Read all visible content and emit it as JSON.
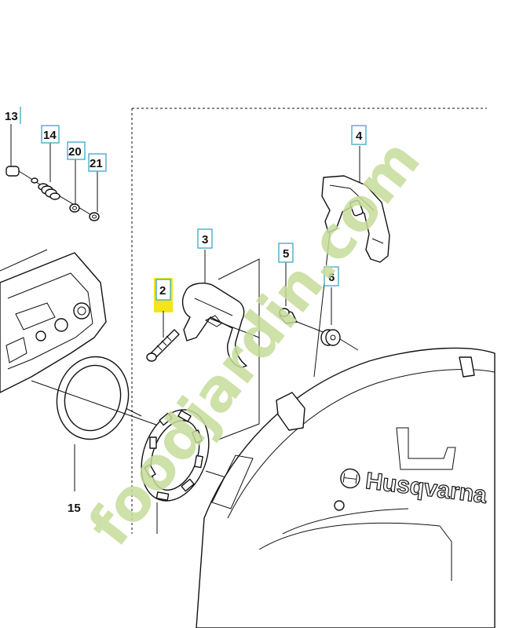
{
  "callouts": {
    "c13": "13",
    "c14": "14",
    "c20": "20",
    "c21": "21",
    "c4": "4",
    "c3": "3",
    "c5": "5",
    "c2": "2",
    "c6": "6",
    "c15": "15"
  },
  "brand_logo": "Husqvarna",
  "watermark": "foodjardin.com",
  "colors": {
    "callout_box": "#3aa7c9",
    "highlight": "#f5e41a",
    "watermark_green": "#c6dc9a",
    "watermark_tan": "#d9cbb4"
  }
}
